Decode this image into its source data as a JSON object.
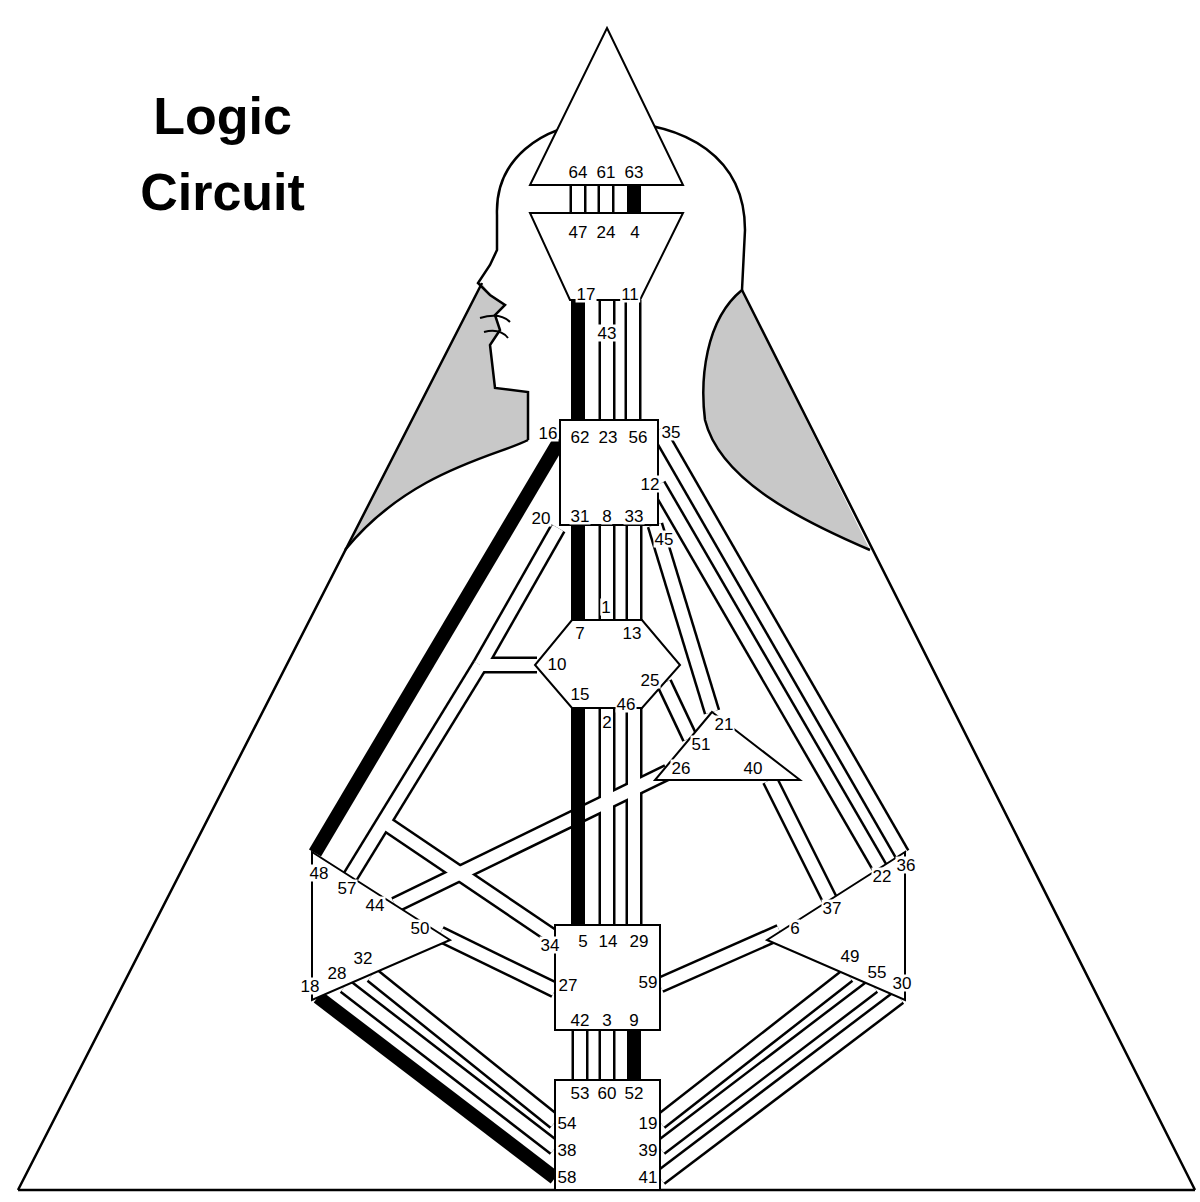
{
  "diagram": {
    "title": "Logic Circuit",
    "labels": [
      "64",
      "61",
      "63",
      "47",
      "24",
      "4",
      "17",
      "11",
      "43",
      "16",
      "62",
      "23",
      "56",
      "35",
      "12",
      "20",
      "31",
      "8",
      "33",
      "45",
      "1",
      "7",
      "13",
      "10",
      "25",
      "15",
      "46",
      "2",
      "21",
      "51",
      "26",
      "40",
      "36",
      "48",
      "22",
      "57",
      "44",
      "37",
      "50",
      "6",
      "34",
      "5",
      "14",
      "29",
      "49",
      "32",
      "55",
      "28",
      "59",
      "30",
      "18",
      "27",
      "42",
      "3",
      "9",
      "53",
      "60",
      "52",
      "54",
      "19",
      "38",
      "39",
      "58",
      "41"
    ]
  }
}
